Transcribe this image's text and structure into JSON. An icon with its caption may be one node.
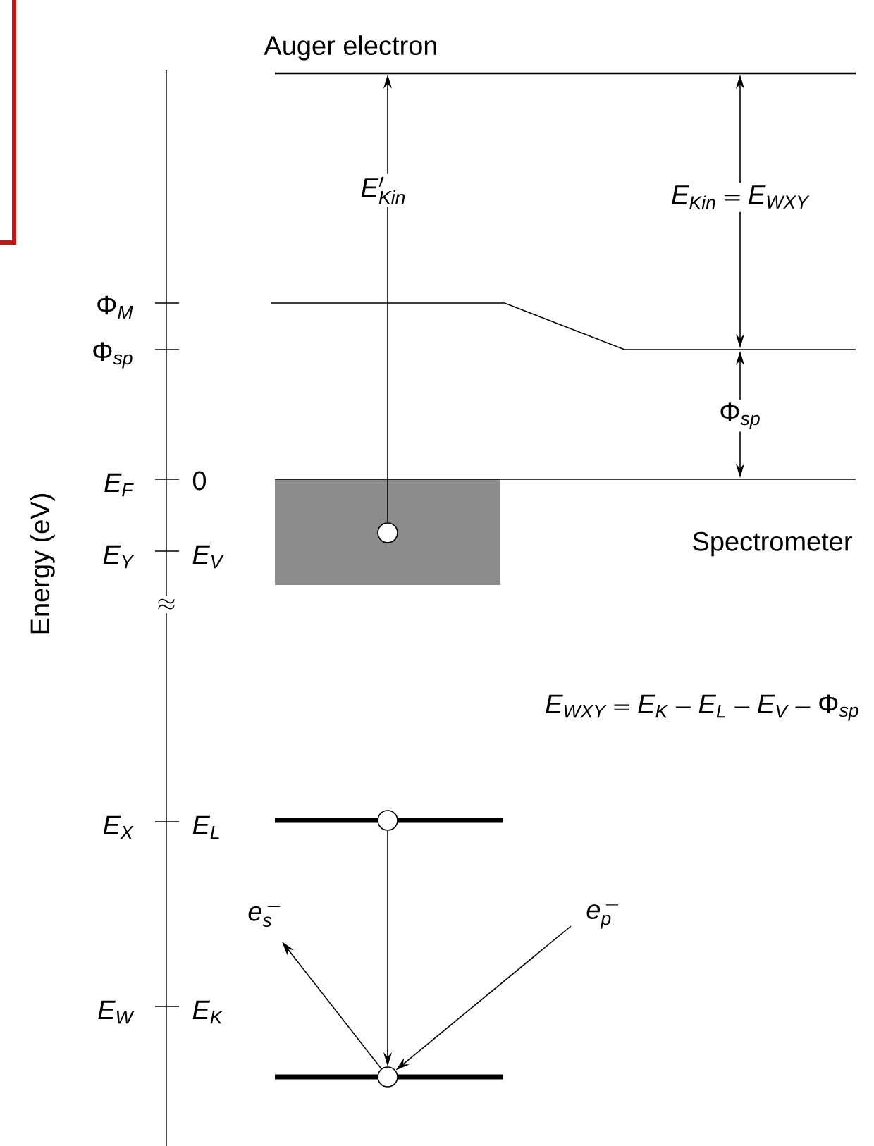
{
  "diagram": {
    "nodes": [
      {
        "text": [
          "Auger electron"
        ]
      },
      {
        "text": [],
        "shape": "circle"
      },
      {
        "text": [],
        "shape": "circle"
      },
      {
        "text": [],
        "shape": "circle"
      }
    ],
    "edges": [
      {
        "from": 1,
        "to": 0,
        "arrow": "to",
        "label": "E_{Kin}'"
      },
      {
        "from": 2,
        "to": 3,
        "arrow": "to"
      },
      {
        "from": 3,
        "to": null,
        "arrow": "to",
        "label": "e_s^{\\,-}"
      },
      {
        "from": null,
        "to": 3,
        "arrow": "to",
        "label": "e_p^{\\,-}"
      }
    ],
    "labels": [
      "E_{Kin} = E_{WXY}",
      "\\Phi_M",
      "\\Phi_{sp}",
      "\\Phi_{sp}",
      "E_F",
      "0",
      "Spectrometer",
      "Energy (eV)",
      "E_Y",
      "E_V",
      "\\approx",
      "E_{WXY} = E_K - E_L - E_V - \\Phi_{sp}",
      "E_X",
      "E_L",
      "E_W",
      "E_K"
    ]
  }
}
